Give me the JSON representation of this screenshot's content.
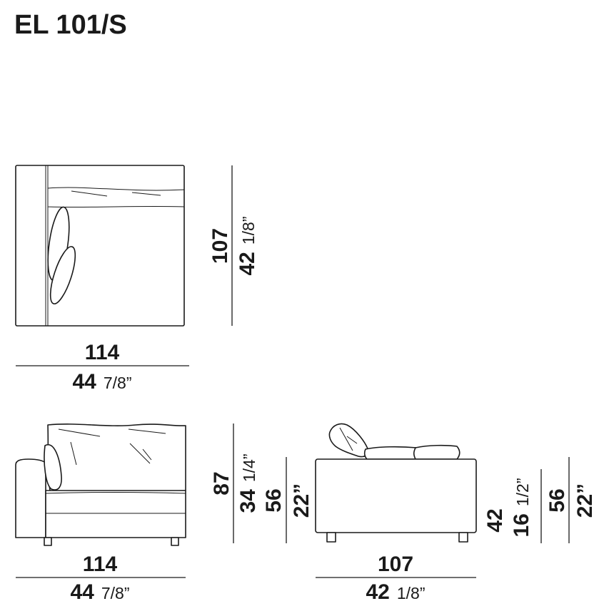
{
  "title": "EL 101/S",
  "top_view": {
    "width_cm": "114",
    "width_in_whole": "44",
    "width_in_frac": "7/8”",
    "depth_cm": "107",
    "depth_in_whole": "42",
    "depth_in_frac": "1/8”"
  },
  "front_view": {
    "width_cm": "114",
    "width_in_whole": "44",
    "width_in_frac": "7/8”",
    "height_cm": "87",
    "height_in_whole": "34",
    "height_in_frac": "1/4”",
    "seat_cm": "56",
    "seat_in": "22”"
  },
  "side_view": {
    "depth_cm": "107",
    "depth_in_whole": "42",
    "depth_in_frac": "1/8”",
    "height_cm": "42",
    "height_in_whole": "16",
    "height_in_frac": "1/2”",
    "seat_cm": "56",
    "seat_in": "22”"
  }
}
